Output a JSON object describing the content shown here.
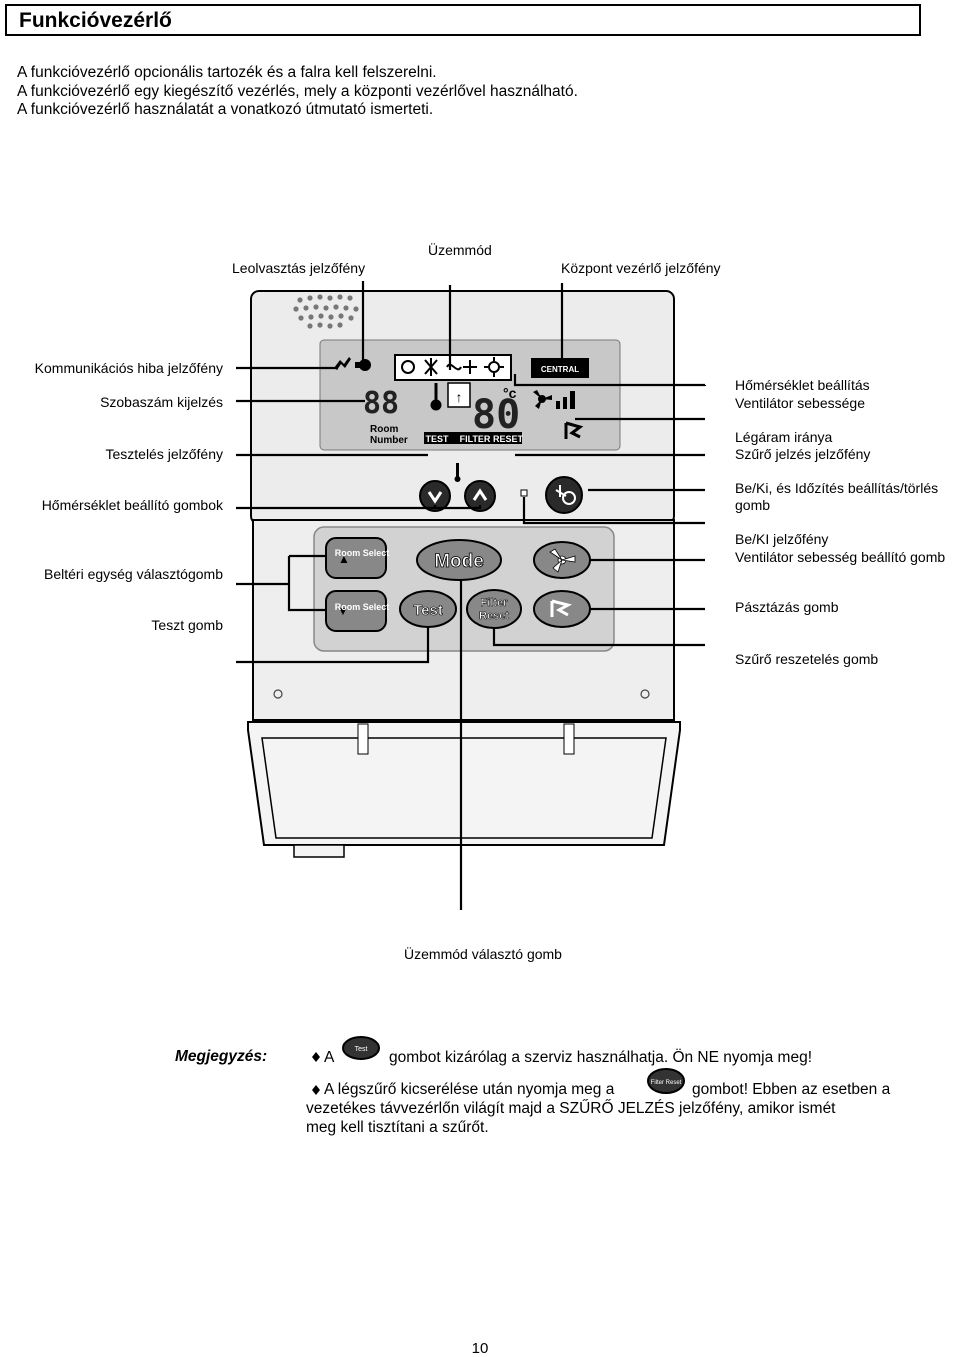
{
  "title": "Funkcióvezérlő",
  "intro": [
    "A funkcióvezérlő opcionális tartozék és a falra kell felszerelni.",
    "A funkcióvezérlő egy kiegészítő vezérlés, mely a központi vezérlővel használható.",
    "A funkcióvezérlő használatát a vonatkozó útmutató ismerteti."
  ],
  "labels_top": {
    "leolvasztas": "Leolvasztás jelzőfény",
    "uzemmod": "Üzemmód",
    "kozpont": "Központ vezérlő jelzőfény"
  },
  "labels_left": {
    "kommunikacios": "Kommunikációs hiba jelzőfény",
    "szobaszam": "Szobaszám kijelzés",
    "teszteles": "Tesztelés jelzőfény",
    "homerseklet_gombok": "Hőmérséklet beállító gombok",
    "belteri": "Beltéri egység választógomb",
    "teszt_gomb": "Teszt gomb"
  },
  "labels_right": {
    "homerseklet_beallitas": "Hőmérséklet beállítás",
    "ventilator_sebessege": "Ventilátor sebessége",
    "legaram": "Légáram iránya",
    "szuro_jelzes": "Szűrő jelzés jelzőfény",
    "beki_1": "Be/Ki, és Időzítés beállítás/törlés",
    "beki_2": "gomb",
    "beki_jelzo": "Be/KI jelzőfény",
    "vent_seb_gomb": "Ventilátor sebesség beállító gomb",
    "pasztazas": "Pásztázás gomb",
    "szuro_reset": "Szűrő reszetelés gomb"
  },
  "label_bottom": "Üzemmód választó gomb",
  "device": {
    "room_number": "88",
    "room_label_1": "Room",
    "room_label_2": "Number",
    "temp_digits": "80",
    "temp_unit": "°c",
    "test_tag": "TEST",
    "filter_tag": "FILTER",
    "reset_tag": "RESET",
    "central_tag": "CENTRAL",
    "btn_room_up": "Room Select",
    "btn_room_down": "Room Select",
    "btn_mode": "Mode",
    "btn_test": "Test",
    "btn_filter_1": "Filter",
    "btn_filter_2": "Reset"
  },
  "notes": {
    "label": "Megjegyzés:",
    "line1_a": "A",
    "line1_btn": "Test",
    "line1_b": "gombot kizárólag a szerviz használhatja. Ön NE nyomja meg!",
    "line2_a": "A légszűrő kicserélése után nyomja meg a",
    "line2_btn": "Filter Reset",
    "line2_b": "gombot! Ebben az esetben a",
    "line3": "vezetékes távvezérlőn világít majd a SZŰRŐ JELZÉS jelzőfény, amikor ismét",
    "line4": "meg kell tisztítani a szűrőt."
  },
  "page_number": "10"
}
